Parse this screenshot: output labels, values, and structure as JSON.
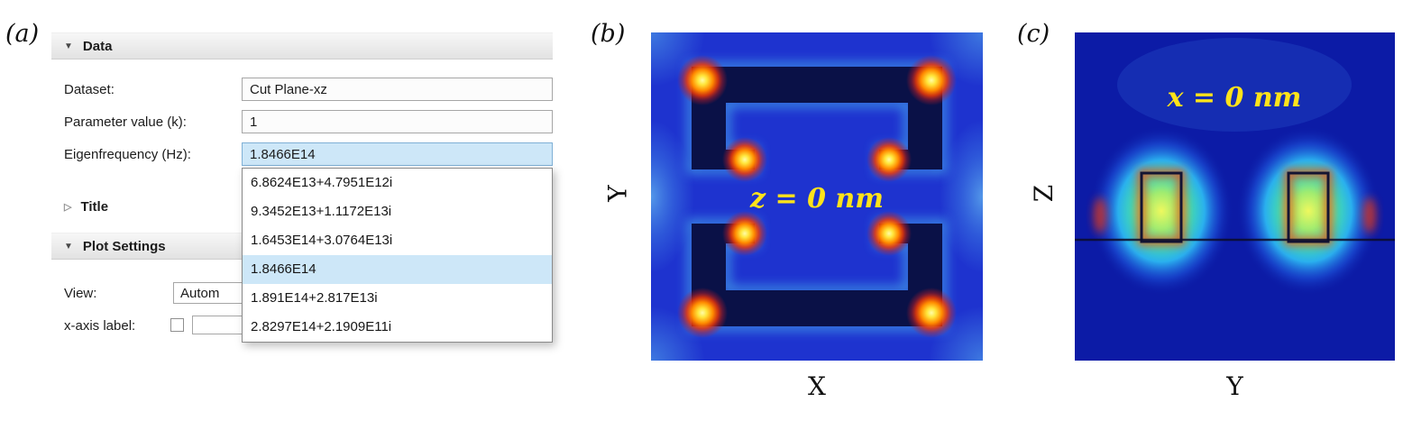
{
  "figure": {
    "panel_a_label": "(a)",
    "panel_b_label": "(b)",
    "panel_c_label": "(c)"
  },
  "settings_panel": {
    "data_section": {
      "title": "Data"
    },
    "fields": {
      "dataset": {
        "label": "Dataset:",
        "value": "Cut Plane-xz"
      },
      "parameter": {
        "label": "Parameter value (k):",
        "value": "1"
      },
      "eigenfrequency": {
        "label": "Eigenfrequency (Hz):",
        "value": "1.8466E14"
      }
    },
    "eigen_dropdown": {
      "options": [
        "6.8624E13+4.7951E12i",
        "9.3452E13+1.1172E13i",
        "1.6453E14+3.0764E13i",
        "1.8466E14",
        "1.891E14+2.817E13i",
        "2.8297E14+2.1909E11i"
      ],
      "selected_index": 3
    },
    "title_section": {
      "title": "Title"
    },
    "plot_settings_section": {
      "title": "Plot Settings"
    },
    "view": {
      "label": "View:",
      "value": "Autom"
    },
    "x_axis_field": {
      "label": "x-axis label:"
    }
  },
  "panel_b": {
    "annotation": "z = 0 nm",
    "x_axis_label": "X",
    "y_axis_label": "Y"
  },
  "panel_c": {
    "annotation": "x = 0 nm",
    "x_axis_label": "Y",
    "y_axis_label": "Z"
  },
  "colors": {
    "selection_highlight": "#cde7f8",
    "annotation_yellow": "#ffe31a",
    "field_background_b": "#1e33cf",
    "field_background_c": "#0c1ba6",
    "structure_navy": "#0a1147",
    "hotspot_orange": "#ff8a00"
  }
}
